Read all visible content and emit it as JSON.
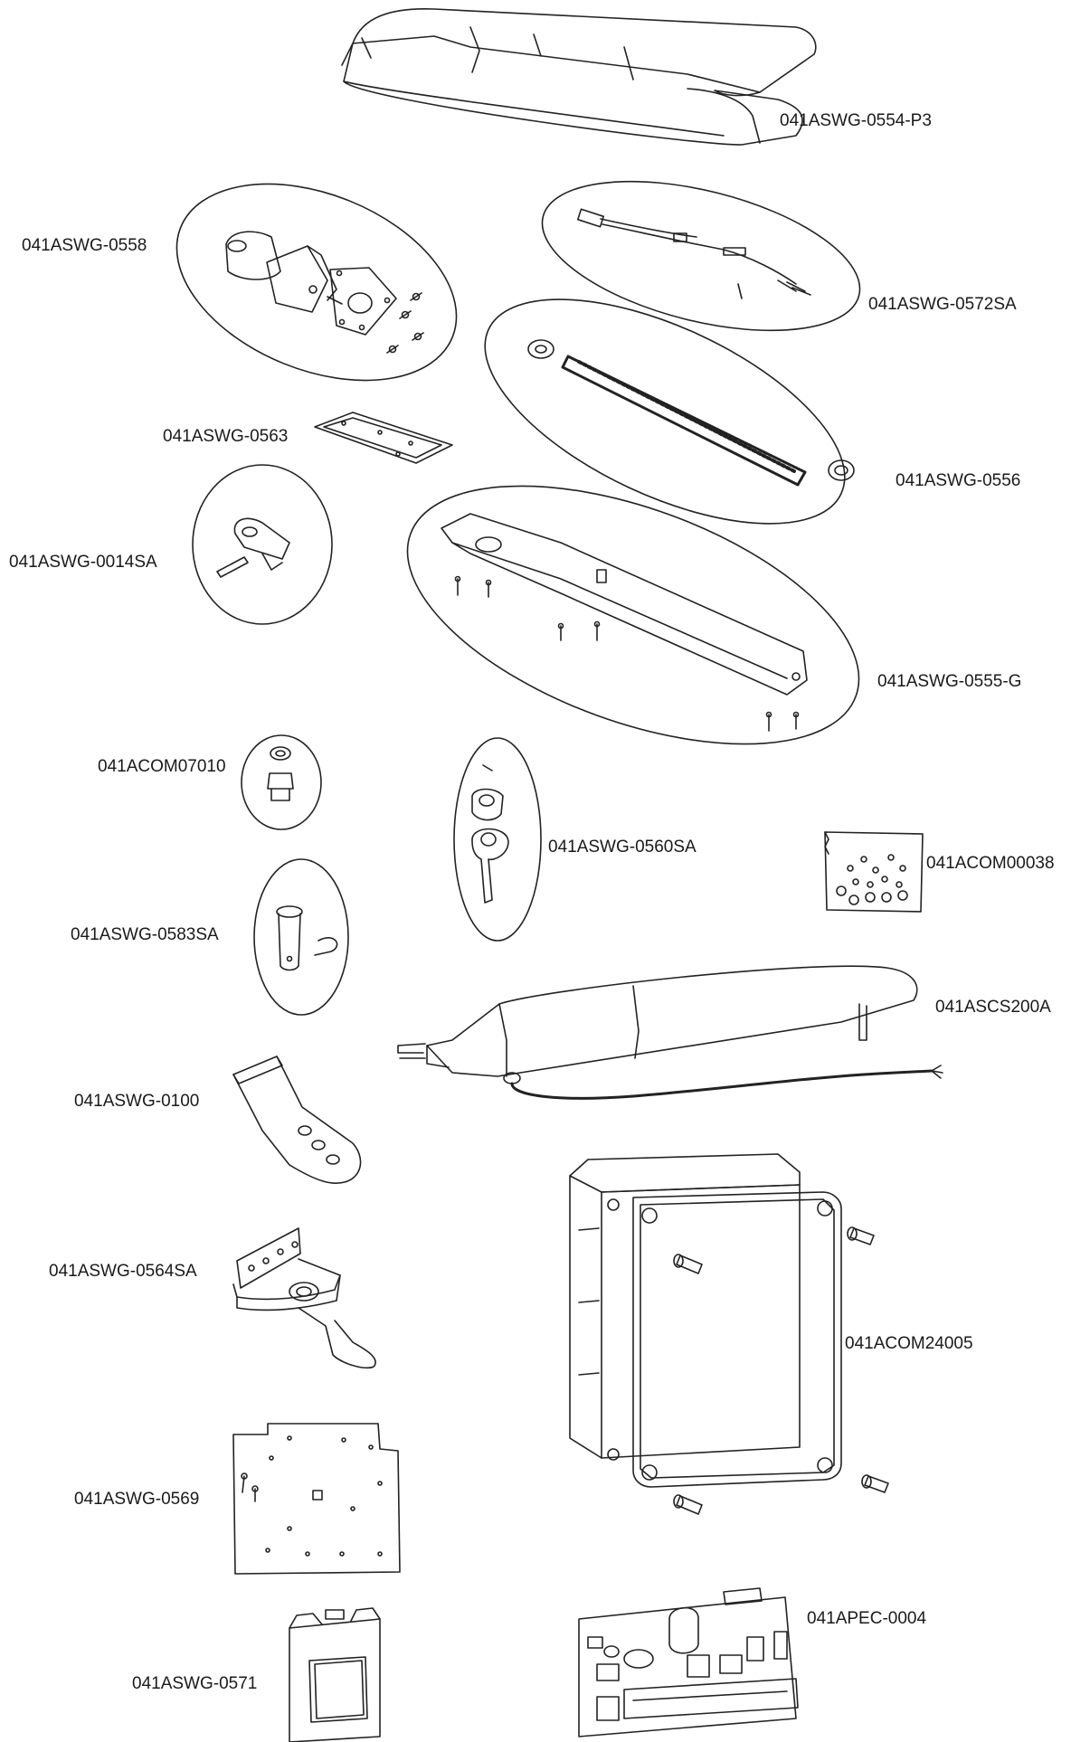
{
  "labels": {
    "cover": "041ASWG-0554-P3",
    "motor": "041ASWG-0558",
    "cable": "041ASWG-0572SA",
    "gasket": "041ASWG-0563",
    "screw": "041ASWG-0556",
    "pivot": "041ASWG-0014SA",
    "base": "041ASWG-0555-G",
    "gland": "041ACOM07010",
    "release": "041ASWG-0560SA",
    "hardware": "041ACOM00038",
    "pin": "041ASWG-0583SA",
    "operator": "041ASCS200A",
    "bracket": "041ASWG-0100",
    "post_bracket": "041ASWG-0564SA",
    "enclosure": "041ACOM24005",
    "plate": "041ASWG-0569",
    "board": "041APEC-0004",
    "transformer": "041ASWG-0571"
  }
}
